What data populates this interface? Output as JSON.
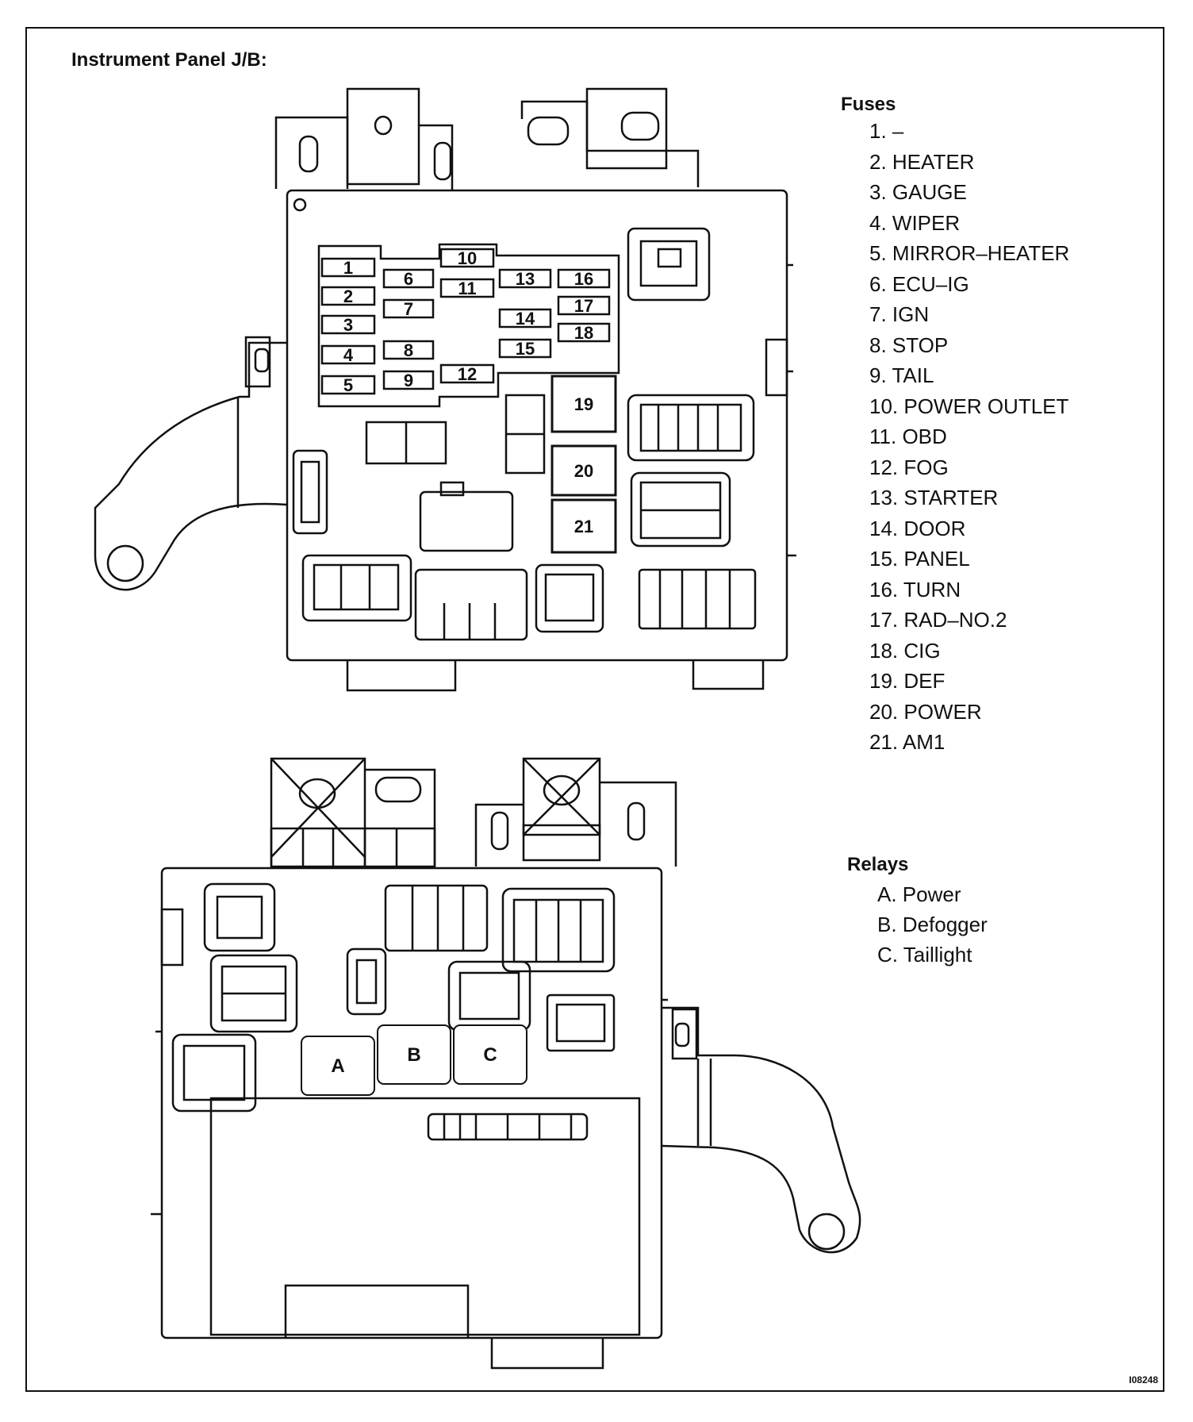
{
  "title": "Instrument Panel J/B:",
  "fuses": {
    "heading": "Fuses",
    "items": [
      {
        "num": "1",
        "label": "1. –"
      },
      {
        "num": "2",
        "label": "2. HEATER"
      },
      {
        "num": "3",
        "label": "3. GAUGE"
      },
      {
        "num": "4",
        "label": "4. WIPER"
      },
      {
        "num": "5",
        "label": "5. MIRROR–HEATER"
      },
      {
        "num": "6",
        "label": "6. ECU–IG"
      },
      {
        "num": "7",
        "label": "7. IGN"
      },
      {
        "num": "8",
        "label": "8. STOP"
      },
      {
        "num": "9",
        "label": "9. TAIL"
      },
      {
        "num": "10",
        "label": "10. POWER OUTLET"
      },
      {
        "num": "11",
        "label": "11. OBD"
      },
      {
        "num": "12",
        "label": "12. FOG"
      },
      {
        "num": "13",
        "label": "13. STARTER"
      },
      {
        "num": "14",
        "label": "14. DOOR"
      },
      {
        "num": "15",
        "label": "15. PANEL"
      },
      {
        "num": "16",
        "label": "16. TURN"
      },
      {
        "num": "17",
        "label": "17. RAD–NO.2"
      },
      {
        "num": "18",
        "label": "18. CIG"
      },
      {
        "num": "19",
        "label": "19. DEF"
      },
      {
        "num": "20",
        "label": "20. POWER"
      },
      {
        "num": "21",
        "label": "21. AM1"
      }
    ]
  },
  "relays": {
    "heading": "Relays",
    "items": [
      {
        "code": "A",
        "label": "A. Power"
      },
      {
        "code": "B",
        "label": "B. Defogger"
      },
      {
        "code": "C",
        "label": "C. Taillight"
      }
    ]
  },
  "image_id": "I08248"
}
